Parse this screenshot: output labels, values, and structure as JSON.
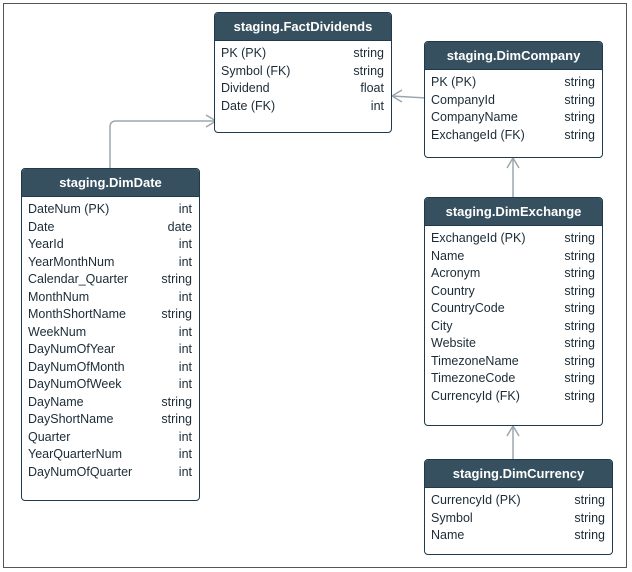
{
  "entities": [
    {
      "name": "staging.FactDividends",
      "columns": [
        {
          "name": "PK (PK)",
          "type": "string"
        },
        {
          "name": "Symbol (FK)",
          "type": "string"
        },
        {
          "name": "Dividend",
          "type": "float"
        },
        {
          "name": "Date (FK)",
          "type": "int"
        }
      ]
    },
    {
      "name": "staging.DimCompany",
      "columns": [
        {
          "name": "PK (PK)",
          "type": "string"
        },
        {
          "name": "CompanyId",
          "type": "string"
        },
        {
          "name": "CompanyName",
          "type": "string"
        },
        {
          "name": "ExchangeId (FK)",
          "type": "string"
        }
      ]
    },
    {
      "name": "staging.DimDate",
      "columns": [
        {
          "name": "DateNum (PK)",
          "type": "int"
        },
        {
          "name": "Date",
          "type": "date"
        },
        {
          "name": "YearId",
          "type": "int"
        },
        {
          "name": "YearMonthNum",
          "type": "int"
        },
        {
          "name": "Calendar_Quarter",
          "type": "string"
        },
        {
          "name": "MonthNum",
          "type": "int"
        },
        {
          "name": "MonthShortName",
          "type": "string"
        },
        {
          "name": "WeekNum",
          "type": "int"
        },
        {
          "name": "DayNumOfYear",
          "type": "int"
        },
        {
          "name": "DayNumOfMonth",
          "type": "int"
        },
        {
          "name": "DayNumOfWeek",
          "type": "int"
        },
        {
          "name": "DayName",
          "type": "string"
        },
        {
          "name": "DayShortName",
          "type": "string"
        },
        {
          "name": "Quarter",
          "type": "int"
        },
        {
          "name": "YearQuarterNum",
          "type": "int"
        },
        {
          "name": "DayNumOfQuarter",
          "type": "int"
        }
      ]
    },
    {
      "name": "staging.DimExchange",
      "columns": [
        {
          "name": "ExchangeId (PK)",
          "type": "string"
        },
        {
          "name": "Name",
          "type": "string"
        },
        {
          "name": "Acronym",
          "type": "string"
        },
        {
          "name": "Country",
          "type": "string"
        },
        {
          "name": "CountryCode",
          "type": "string"
        },
        {
          "name": "City",
          "type": "string"
        },
        {
          "name": "Website",
          "type": "string"
        },
        {
          "name": "TimezoneName",
          "type": "string"
        },
        {
          "name": "TimezoneCode",
          "type": "string"
        },
        {
          "name": "CurrencyId (FK)",
          "type": "string"
        }
      ]
    },
    {
      "name": "staging.DimCurrency",
      "columns": [
        {
          "name": "CurrencyId (PK)",
          "type": "string"
        },
        {
          "name": "Symbol",
          "type": "string"
        },
        {
          "name": "Name",
          "type": "string"
        }
      ]
    }
  ],
  "colors": {
    "header_bg": "#36505f",
    "border": "#1f3a4d",
    "connector": "#9aa7b0"
  }
}
